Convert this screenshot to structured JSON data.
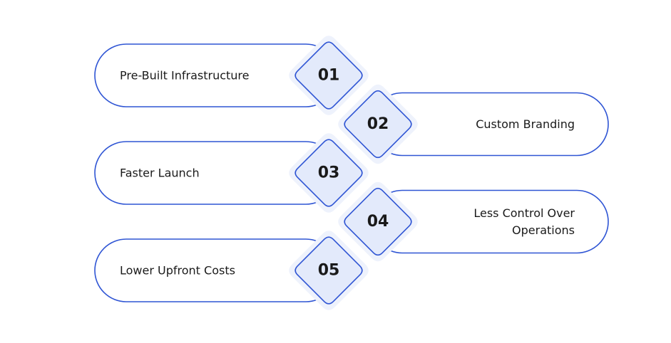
{
  "accent_color": "#2f55d4",
  "diamond_fill": "#e3eafb",
  "steps": [
    {
      "number": "01",
      "label_lines": [
        "Pre-Built Infrastructure"
      ],
      "side": "left"
    },
    {
      "number": "02",
      "label_lines": [
        "Custom Branding"
      ],
      "side": "right"
    },
    {
      "number": "03",
      "label_lines": [
        "Faster Launch"
      ],
      "side": "left"
    },
    {
      "number": "04",
      "label_lines": [
        "Less Control Over",
        "Operations"
      ],
      "side": "right"
    },
    {
      "number": "05",
      "label_lines": [
        "Lower Upfront Costs"
      ],
      "side": "left"
    }
  ]
}
